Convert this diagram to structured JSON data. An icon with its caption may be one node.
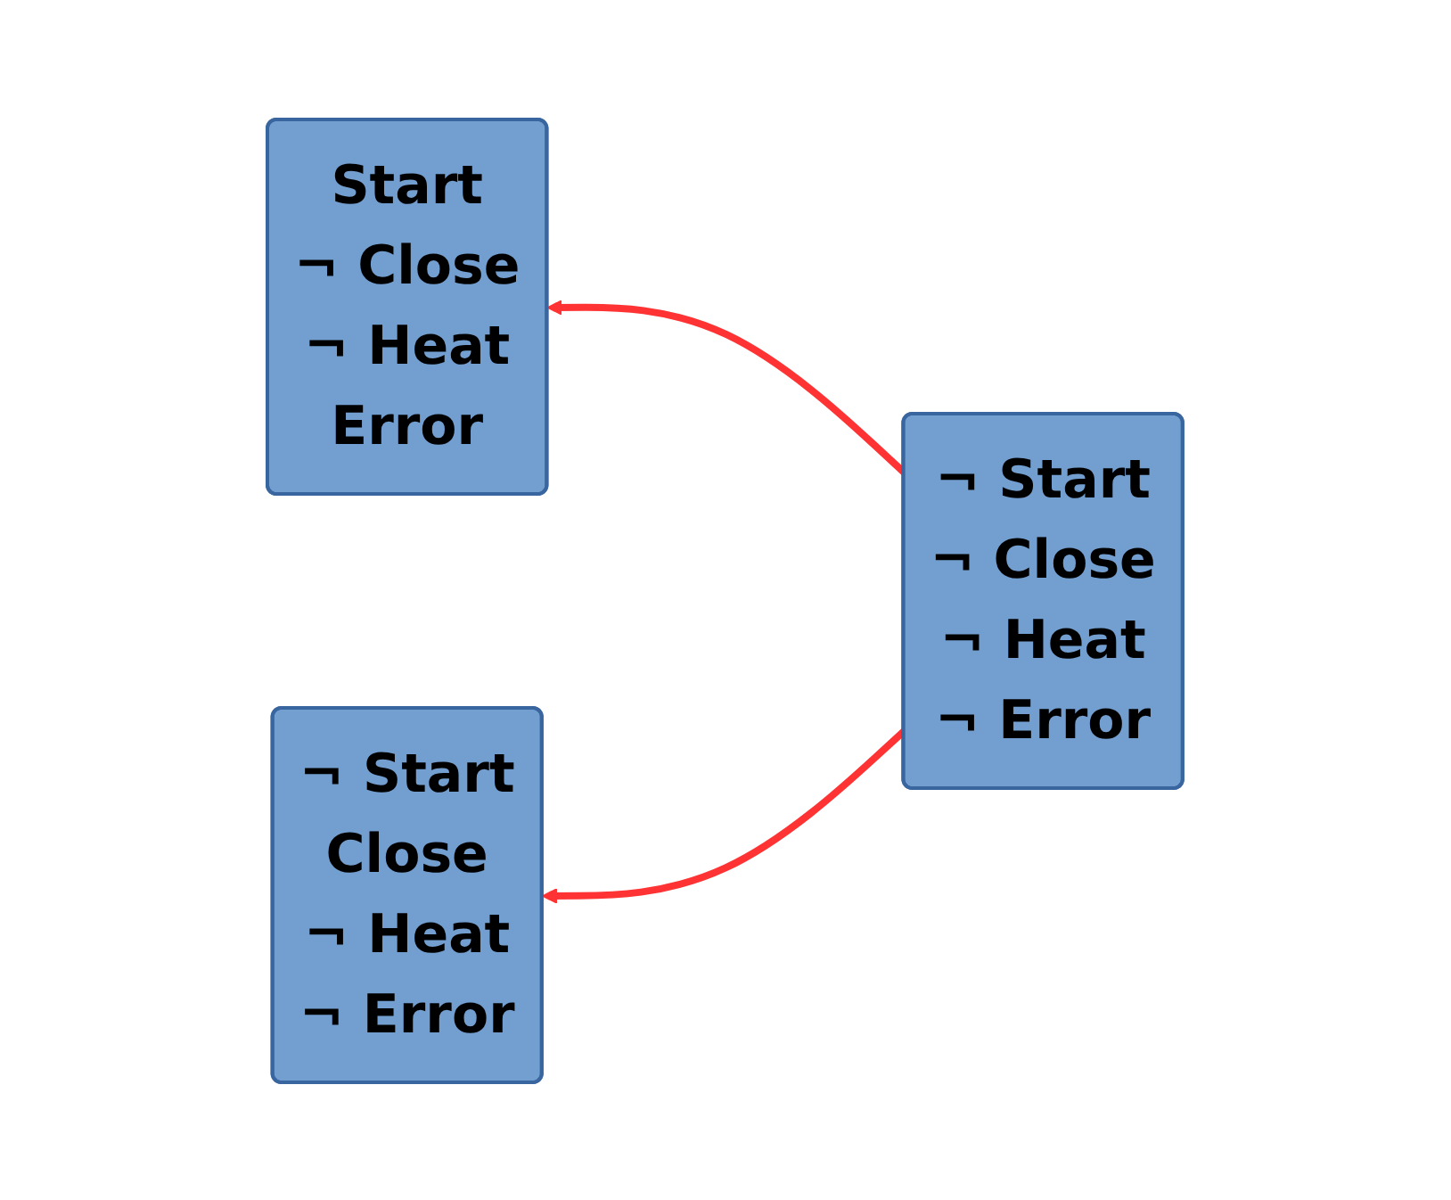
{
  "diagram": {
    "nodes": [
      {
        "text": [
          "Start",
          "¬ Close",
          "¬ Heat",
          "Error"
        ]
      },
      {
        "text": [
          "¬ Start",
          "¬ Close",
          "¬ Heat",
          "¬ Error"
        ]
      },
      {
        "text": [
          "¬ Start",
          "Close",
          "¬ Heat",
          "¬ Error"
        ]
      }
    ],
    "edges": [
      {
        "from": 1,
        "to": 0,
        "arrow": "to",
        "color": "#ff3333"
      },
      {
        "from": 1,
        "to": 2,
        "arrow": "to",
        "color": "#ff3333"
      }
    ]
  }
}
